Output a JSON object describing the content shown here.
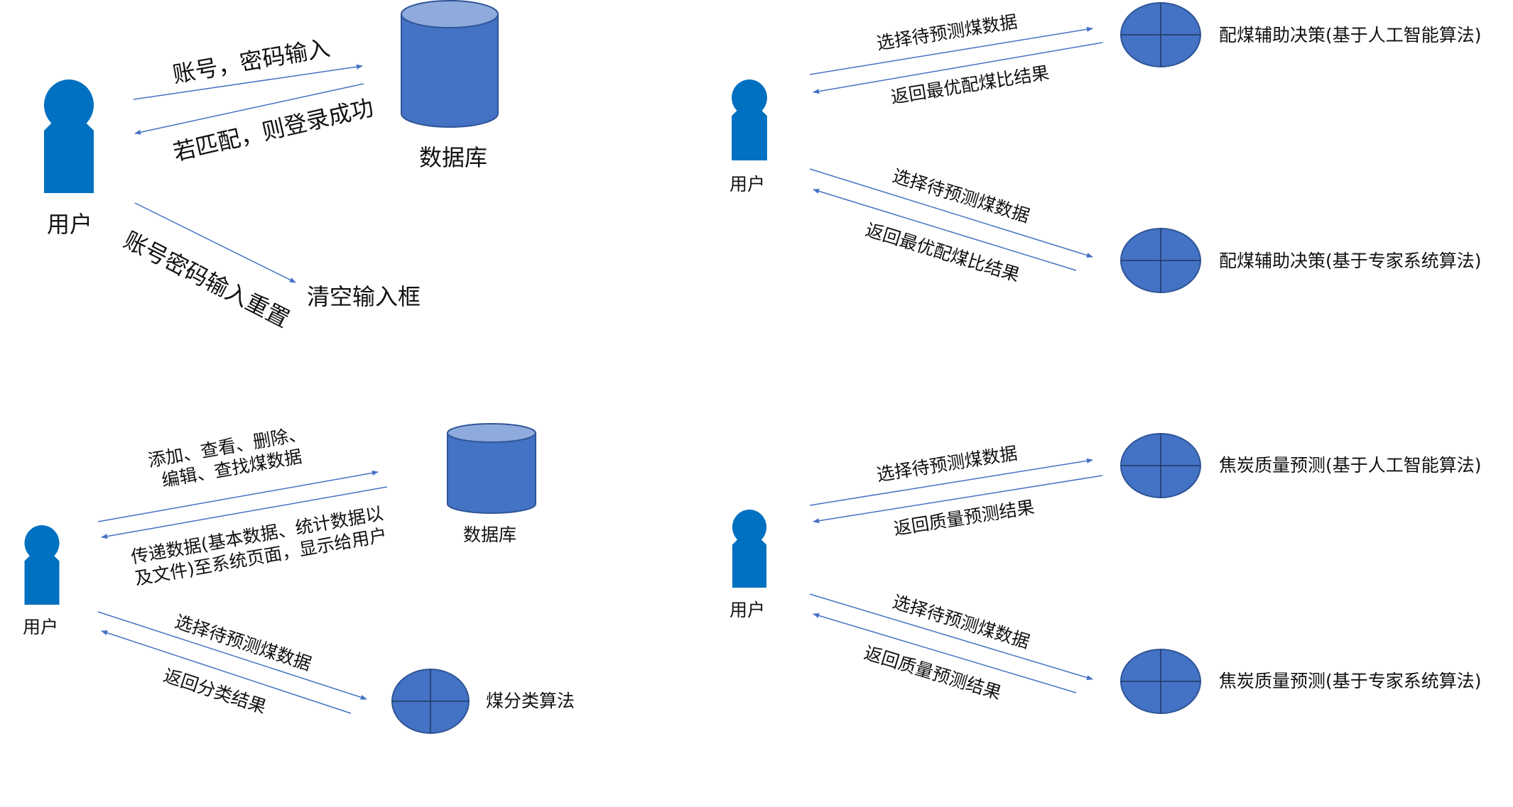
{
  "colors": {
    "shape_fill": "#4472C4",
    "shape_edge": "#2F5597",
    "db_top": "#8FAADC",
    "person": "#0070C0",
    "arrow": "#4472C4"
  },
  "icons": {
    "person": "person-icon",
    "database": "database-cylinder-icon",
    "process": "process-circle-icon"
  },
  "login": {
    "user": "用户",
    "db": "数据库",
    "msg_send": "账号，密码输入",
    "msg_return": "若匹配，则登录成功",
    "msg_reset": "账号密码输入重置",
    "reset_target": "清空输入框"
  },
  "blend": {
    "user": "用户",
    "ai_label": "配煤辅助决策(基于人工智能算法)",
    "expert_label": "配煤辅助决策(基于专家系统算法)",
    "ai_send": "选择待预测煤数据",
    "ai_return": "返回最优配煤比结果",
    "expert_send": "选择待预测煤数据",
    "expert_return": "返回最优配煤比结果"
  },
  "manage": {
    "user": "用户",
    "db": "数据库",
    "ops_line1": "添加、查看、删除、",
    "ops_line2": "编辑、查找煤数据",
    "pass_line1": "传递数据(基本数据、统计数据以",
    "pass_line2": "及文件)至系统页面，显示给用户",
    "classify_send": "选择待预测煤数据",
    "classify_return": "返回分类结果",
    "classify_label": "煤分类算法"
  },
  "coke": {
    "user": "用户",
    "ai_label": "焦炭质量预测(基于人工智能算法)",
    "expert_label": "焦炭质量预测(基于专家系统算法)",
    "ai_send": "选择待预测煤数据",
    "ai_return": "返回质量预测结果",
    "expert_send": "选择待预测煤数据",
    "expert_return": "返回质量预测结果"
  }
}
